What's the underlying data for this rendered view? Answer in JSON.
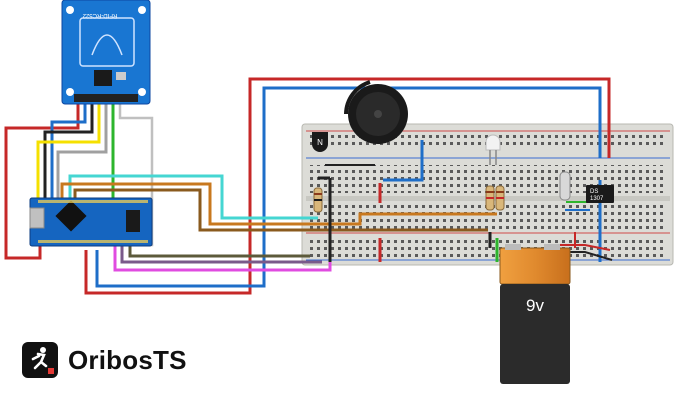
{
  "diagram": {
    "rfid_module_label": "RFID-RC522",
    "battery_label": "9v",
    "rtc_module_label_line1": "DS",
    "rtc_module_label_line2": "1307"
  },
  "brand": {
    "name": "OribosTS",
    "icon": "running-figure-icon"
  },
  "colors": {
    "arduino_blue": "#1565c0",
    "rfid_blue": "#1976d2",
    "breadboard": "#dcdcd7",
    "wire_red": "#c62828",
    "wire_blue": "#1e6ec8",
    "wire_yellow": "#f5e000",
    "wire_green": "#2db52d",
    "wire_cyan": "#45d6d2",
    "wire_orange": "#c8781e",
    "wire_magenta": "#e04ce0",
    "wire_gray": "#b0b0b0",
    "battery_top": "#e8963a",
    "battery_body": "#2b2b2b"
  }
}
